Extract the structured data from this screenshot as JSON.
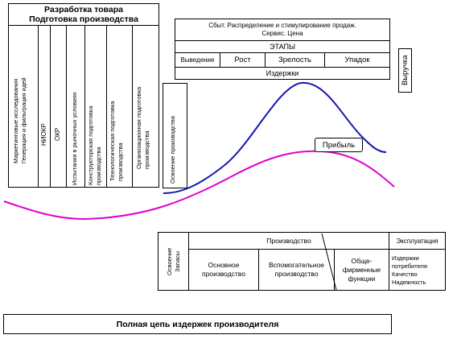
{
  "dev_box": {
    "title_line1": "Разработка товара",
    "title_line2": "Подготовка производства",
    "columns": [
      {
        "line1": "Маркетинговые исследования",
        "line2": "Генерация и фильтрация идей"
      },
      {
        "line1": "НИОКР",
        "line2": ""
      },
      {
        "line1": "ОКР",
        "line2": ""
      },
      {
        "line1": "Испытания в рыночных условиях",
        "line2": ""
      },
      {
        "line1": "Конструкторская подготовка",
        "line2": "производства"
      },
      {
        "line1": "Технологическая подготовка",
        "line2": "производства"
      },
      {
        "line1": "Организационная подготовка",
        "line2": "производства"
      },
      {
        "line1": "Освоение производства",
        "line2": ""
      }
    ]
  },
  "sales_box": {
    "header_line1": "Сбыт.  Распределение и стимулирование продаж.",
    "header_line2": "Сервис. Цена",
    "stages_title": "ЭТАПЫ",
    "stages": [
      "Выведение",
      "Рост",
      "Зрелость",
      "Упадок"
    ],
    "costs_label": "Издержки"
  },
  "revenue_label": "Выручка",
  "profit_label": "Прибыль",
  "bottom_box": {
    "left_line1": "Освоение",
    "left_line2": "Запасы",
    "production_title": "Производство",
    "production_items": [
      "Основное производство",
      "Вспомогательное производство",
      "Обще-фирменные функции"
    ],
    "exploitation_title": "Эксплуатация",
    "exploitation_items": [
      "Издержки потребителя",
      "Качество",
      "Надежность"
    ]
  },
  "footer_title": "Полная цепь издержек производителя",
  "colors": {
    "revenue_curve": "#1515b4",
    "profit_curve": "#e000d0"
  }
}
